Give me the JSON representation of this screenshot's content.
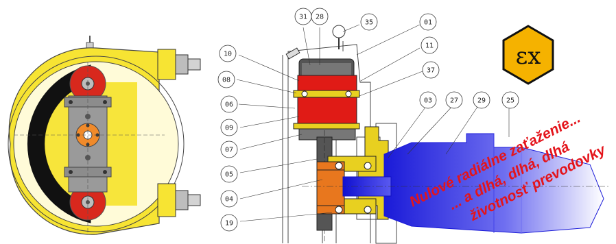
{
  "pump_front_view": {
    "body_color": "#f7e433",
    "hose_color": "#111111",
    "roller_color": "#d8281d",
    "hub_color": "#f08a2a"
  },
  "section_view": {
    "callouts": [
      "31",
      "28",
      "35",
      "01",
      "10",
      "11",
      "08",
      "37",
      "06",
      "03",
      "27",
      "29",
      "25",
      "09",
      "07",
      "05",
      "04",
      "19"
    ]
  },
  "ex_badge": {
    "symbol": "εx",
    "fill": "#f5b200"
  },
  "slogan": {
    "line1": "Nulové radiálne zaťaženie...",
    "line2": "... a dlhá, dlhá, dlhá",
    "line3": "životnosť prevodovky",
    "color": "#e4141b"
  }
}
